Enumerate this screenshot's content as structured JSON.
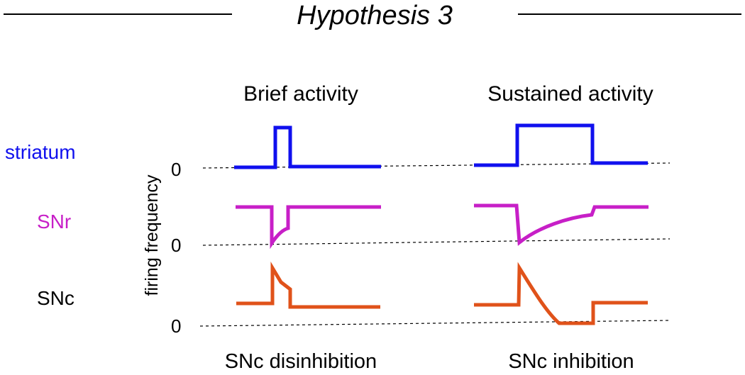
{
  "title": "Hypothesis 3",
  "columns": {
    "brief": "Brief activity",
    "sustained": "Sustained activity"
  },
  "rows": {
    "striatum": {
      "label": "striatum",
      "color": "#1010ee"
    },
    "snr": {
      "label": "SNr",
      "color": "#c71fc7"
    },
    "snc": {
      "label": "SNc",
      "color": "#e0521a"
    }
  },
  "axis": {
    "ylabel": "firing frequency",
    "zero": "0"
  },
  "footer": {
    "brief": "SNc disinhibition",
    "sustained": "SNc inhibition"
  }
}
